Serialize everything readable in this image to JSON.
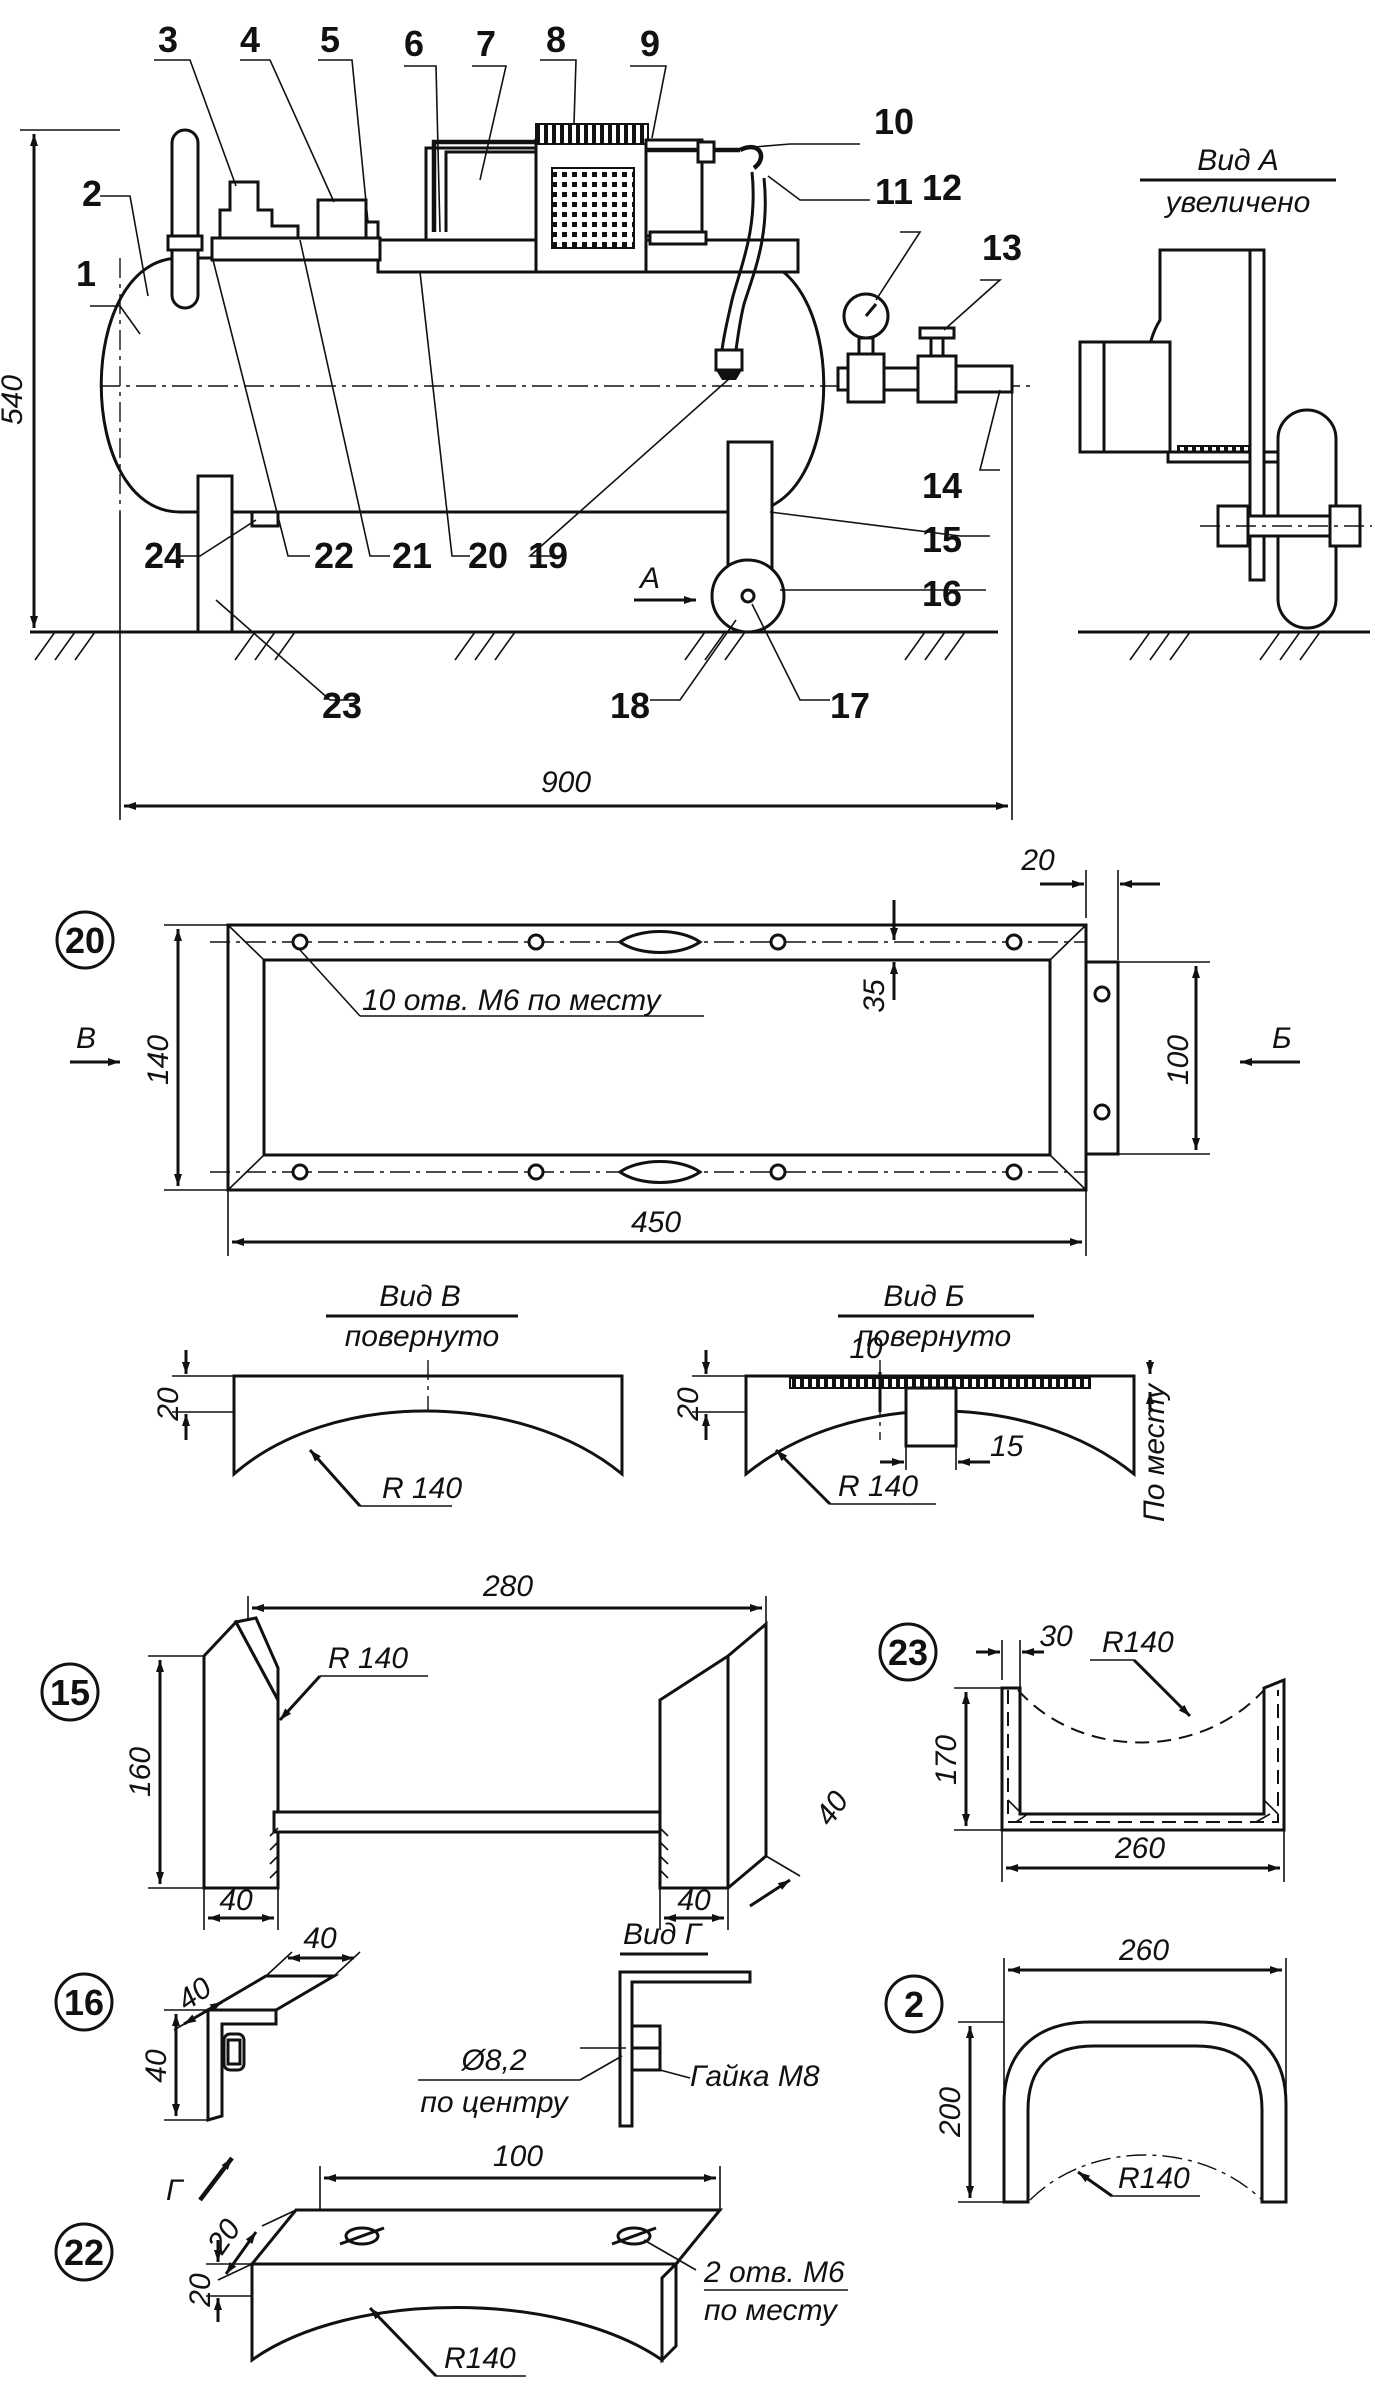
{
  "callouts": {
    "c1": "1",
    "c2": "2",
    "c3": "3",
    "c4": "4",
    "c5": "5",
    "c6": "6",
    "c7": "7",
    "c8": "8",
    "c9": "9",
    "c10": "10",
    "c11": "11",
    "c12": "12",
    "c13": "13",
    "c14": "14",
    "c15": "15",
    "c16": "16",
    "c17": "17",
    "c18": "18",
    "c19": "19",
    "c20": "20",
    "c21": "21",
    "c22": "22",
    "c23": "23",
    "c24": "24"
  },
  "main_view": {
    "height_dim": "540",
    "length_dim": "900",
    "arrow_label": "А"
  },
  "view_a": {
    "title": "Вид А",
    "subtitle": "увеличено"
  },
  "part20": {
    "id": "20",
    "holes_note": "10 отв. М6 по месту",
    "dim_20": "20",
    "dim_35": "35",
    "dim_140": "140",
    "dim_100": "100",
    "dim_450": "450",
    "arrow_v": "В",
    "arrow_b": "Б"
  },
  "view_v": {
    "title": "Вид В",
    "subtitle": "повернуто",
    "dim_20": "20",
    "radius": "R 140"
  },
  "view_b": {
    "title": "Вид Б",
    "subtitle": "повернуто",
    "dim_10": "10",
    "dim_20": "20",
    "dim_15": "15",
    "radius": "R 140",
    "in_place": "По месту"
  },
  "part15": {
    "id": "15",
    "dim_280": "280",
    "radius": "R 140",
    "dim_160": "160",
    "dim_40_left": "40",
    "dim_40_mid": "40",
    "dim_40_side": "40"
  },
  "part23": {
    "id": "23",
    "dim_30": "30",
    "radius": "R140",
    "dim_170": "170",
    "dim_260": "260"
  },
  "part16": {
    "id": "16",
    "dim_40_a": "40",
    "dim_40_b": "40",
    "dim_40_c": "40",
    "arrow_g": "Г"
  },
  "view_g": {
    "title": "Вид Г",
    "hole": "Ø8,2",
    "hole_note": "по центру",
    "nut": "Гайка М8"
  },
  "part2": {
    "id": "2",
    "dim_260": "260",
    "dim_200": "200",
    "radius": "R140"
  },
  "part22": {
    "id": "22",
    "dim_100": "100",
    "dim_20_a": "20",
    "dim_20_b": "20",
    "holes_note": "2 отв. М6",
    "holes_note2": "по месту",
    "radius": "R140"
  }
}
